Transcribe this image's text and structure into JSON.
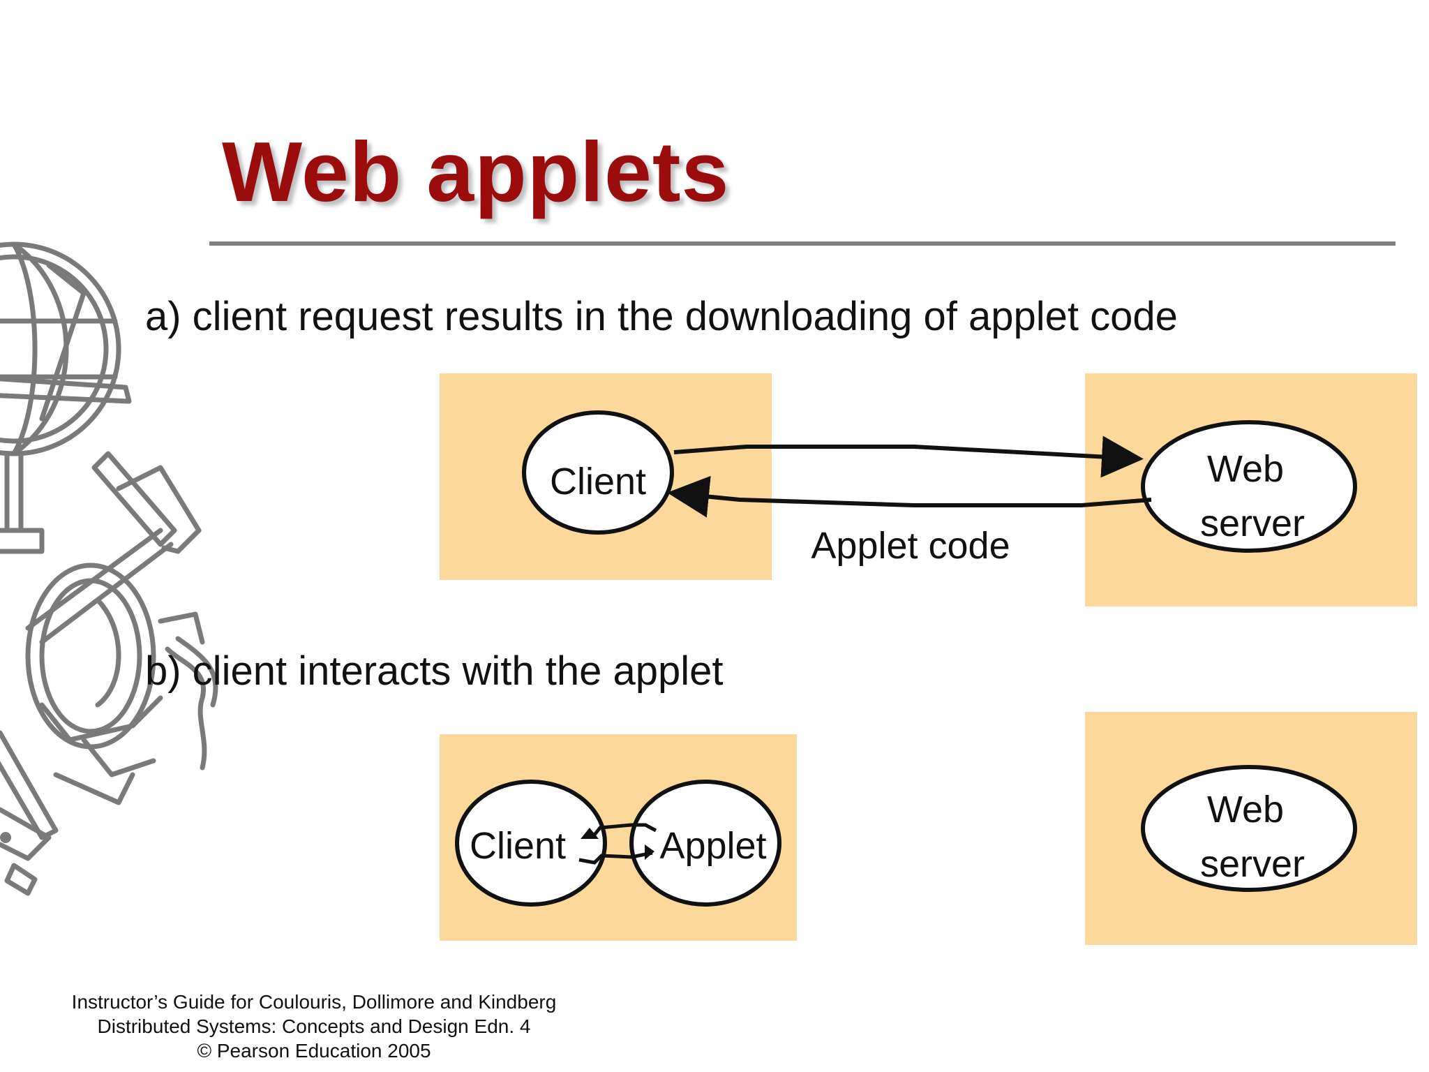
{
  "slide": {
    "title": "Web applets",
    "caption_a": "a) client request results in the downloading of applet code",
    "caption_b": "b) client  interacts with the applet"
  },
  "diagram_a": {
    "client_label": "Client",
    "server_label_line1": "Web",
    "server_label_line2": "server",
    "arrow_label": "Applet code"
  },
  "diagram_b": {
    "client_label": "Client",
    "applet_label": "Applet",
    "server_label_line1": "Web",
    "server_label_line2": "server"
  },
  "footer": {
    "line1": "Instructor’s Guide for  Coulouris, Dollimore and Kindberg",
    "line2": "Distributed Systems: Concepts and Design   Edn. 4",
    "line3": "©  Pearson Education 2005"
  },
  "colors": {
    "title": "#9b0d0d",
    "box_fill": "#fcd99a",
    "rule": "#808080",
    "clipart": "#7a7a7a"
  },
  "icons": {
    "decoration": "globe-and-tools-clipart-icon"
  }
}
